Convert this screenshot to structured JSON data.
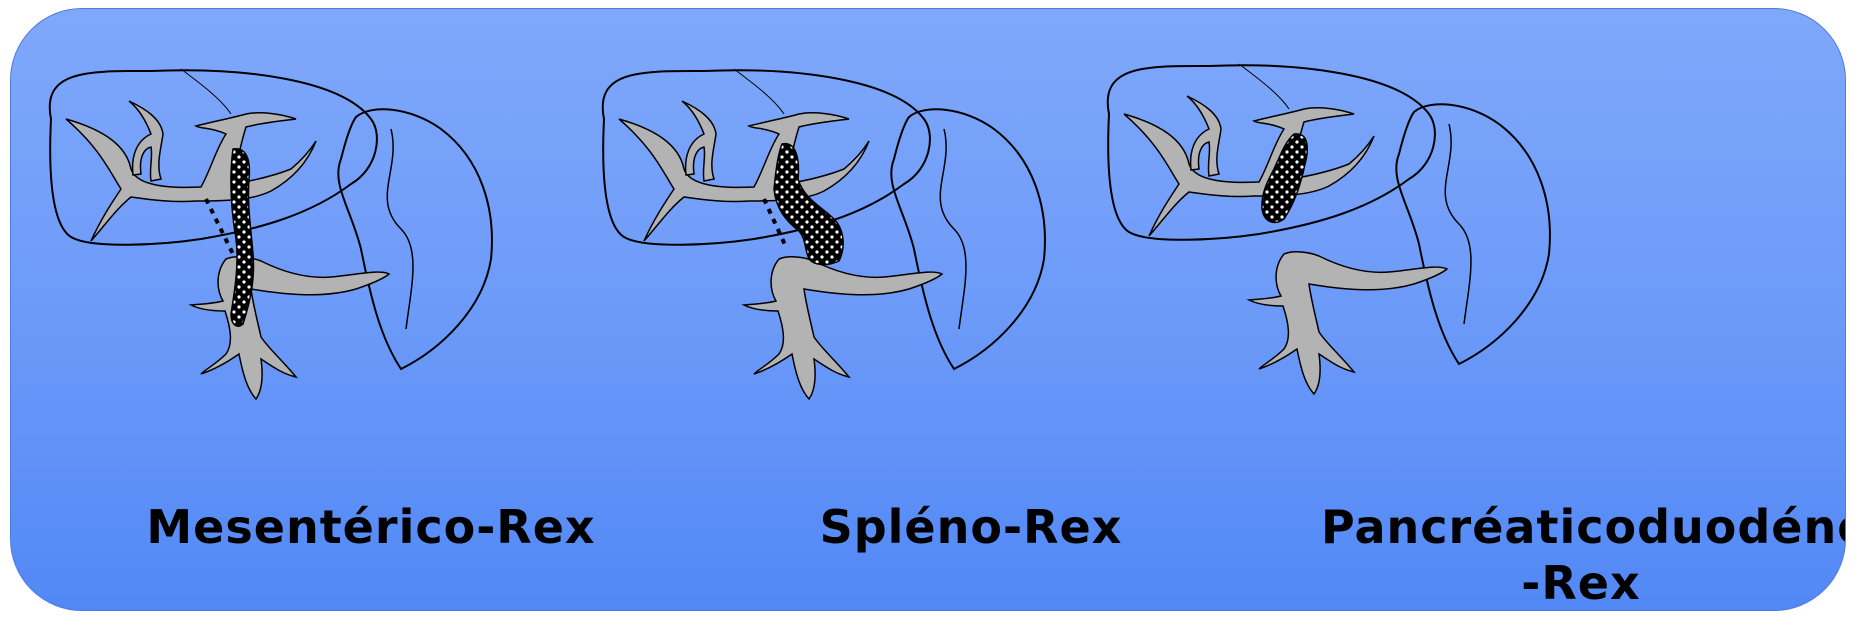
{
  "figure": {
    "panels": [
      {
        "label": "Mesentérico-Rex"
      },
      {
        "label": "Spléno-Rex"
      },
      {
        "label": "Pancréaticoduodéno\n-Rex"
      }
    ]
  },
  "colors": {
    "background_top": "#7fa8fb",
    "background_bottom": "#5288f6",
    "vein_fill": "#b3b3b3",
    "shunt_fill": "#000000",
    "outline": "#000000"
  }
}
